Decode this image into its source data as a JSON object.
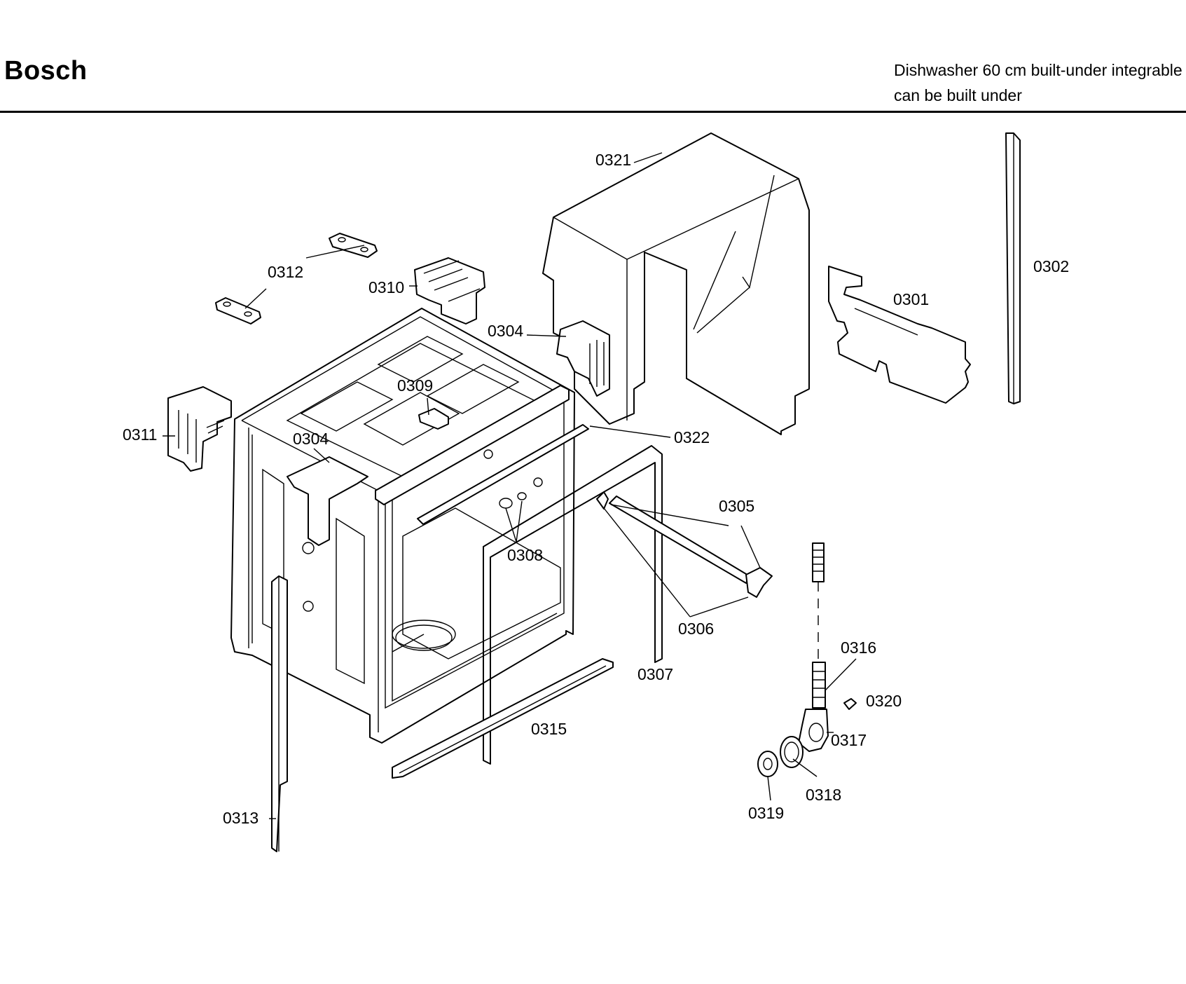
{
  "header": {
    "brand": "Bosch",
    "model_line1": "Dishwasher 60 cm built-under integrable",
    "model_line2": "can be built under"
  },
  "callouts": {
    "c0321": "0321",
    "c0302": "0302",
    "c0301": "0301",
    "c0312": "0312",
    "c0310": "0310",
    "c0304a": "0304",
    "c0309": "0309",
    "c0311": "0311",
    "c0304b": "0304",
    "c0322": "0322",
    "c0305": "0305",
    "c0308": "0308",
    "c0306": "0306",
    "c0307": "0307",
    "c0316": "0316",
    "c0320": "0320",
    "c0317": "0317",
    "c0315": "0315",
    "c0318": "0318",
    "c0319": "0319",
    "c0313": "0313"
  }
}
